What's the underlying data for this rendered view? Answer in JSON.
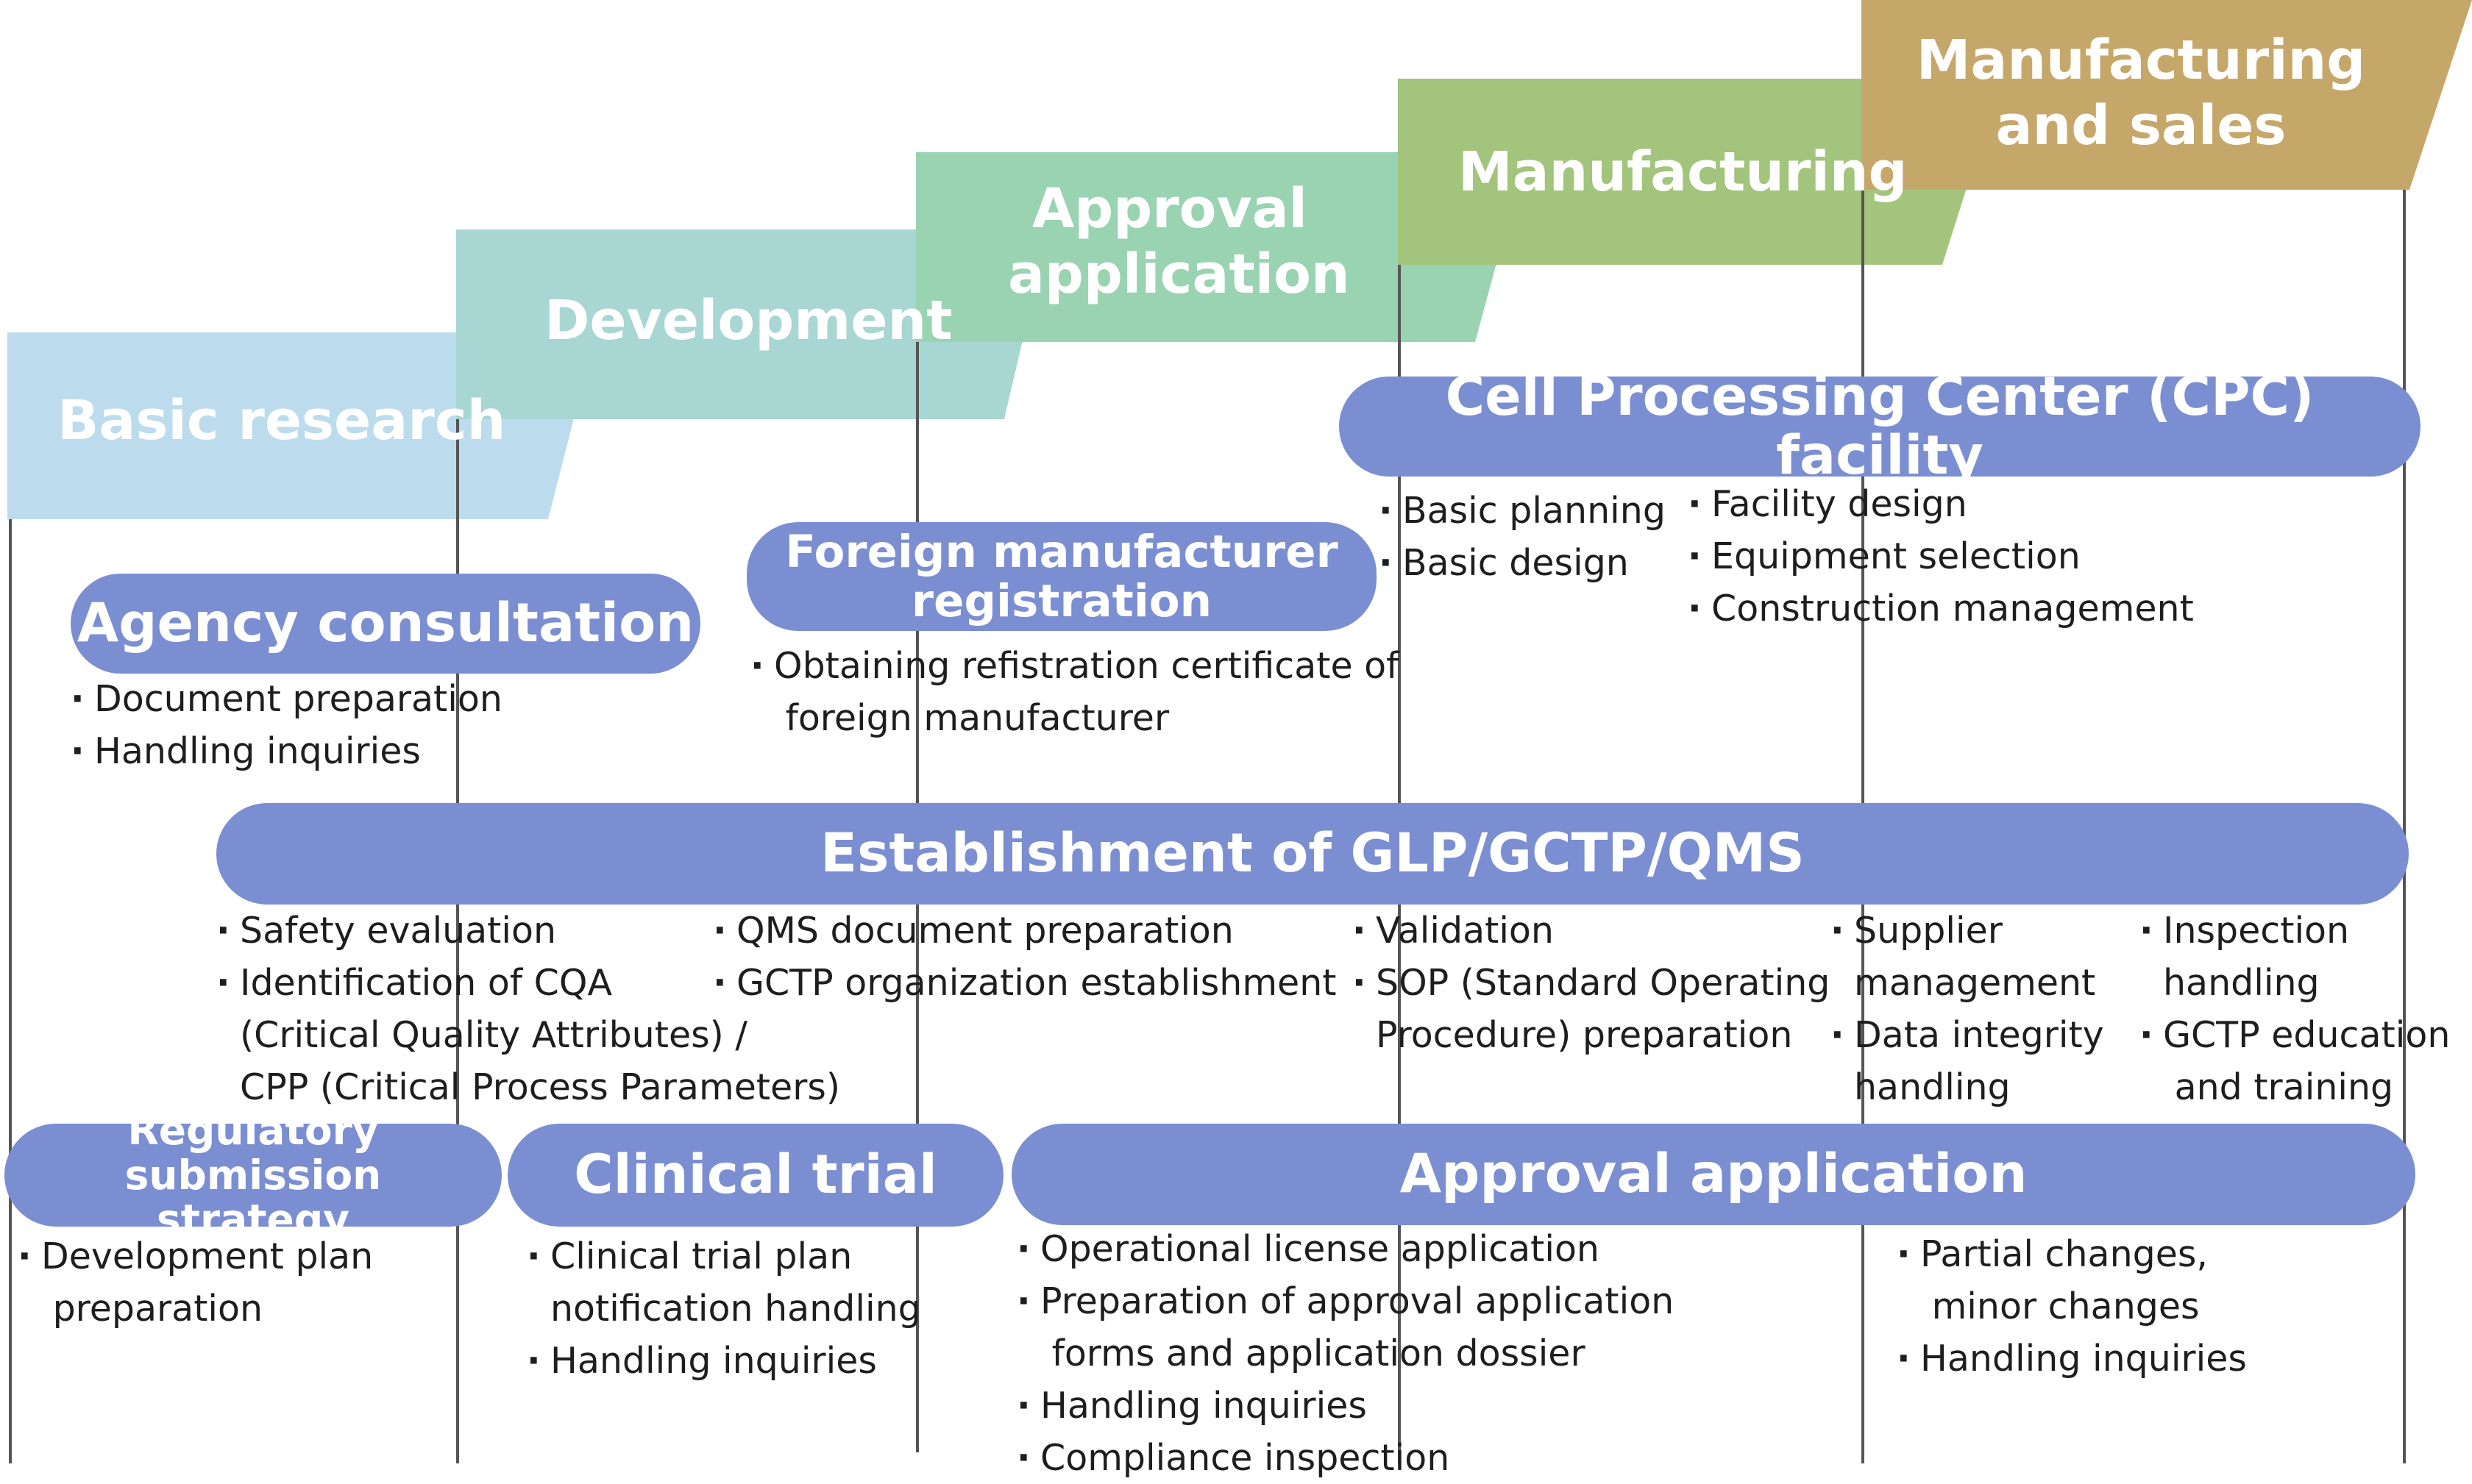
{
  "colors": {
    "basic_research": "#bcdcee",
    "development": "#a8d6d2",
    "approval_stage": "#9ad3b2",
    "manufacturing": "#a3c47c",
    "manufacturing_sales": "#c6a76a",
    "pill": "#7b8ed2",
    "divider": "#555555"
  },
  "stages": {
    "basic_research": "Basic research",
    "development": "Development",
    "approval_line1": "Approval",
    "approval_line2": "application",
    "manufacturing": "Manufacturing",
    "sales_line1": "Manufacturing",
    "sales_line2": "and sales"
  },
  "cpc": {
    "title": "Cell Processing Center (CPC) facility",
    "left_items": [
      "Basic planning",
      "Basic design"
    ],
    "right_items": [
      "Facility design",
      "Equipment selection",
      "Construction management"
    ]
  },
  "agency": {
    "title": "Agency consultation",
    "items": [
      "Document preparation",
      "Handling inquiries"
    ]
  },
  "foreign": {
    "title_line1": "Foreign manufacturer",
    "title_line2": "registration",
    "items": [
      "Obtaining refistration certificate of\n foreign manufacturer"
    ]
  },
  "glp": {
    "title": "Establishment of GLP/GCTP/QMS",
    "col1": [
      "Safety evaluation",
      "Identification of CQA\n(Critical Quality Attributes) /\nCPP (Critical Process Parameters)"
    ],
    "col2": [
      "QMS document preparation",
      "GCTP organization establishment"
    ],
    "col3": [
      "Validation",
      "SOP (Standard Operating\nProcedure) preparation"
    ],
    "col4": [
      "Supplier\nmanagement",
      "Data integrity\nhandling"
    ],
    "col5": [
      "Inspection\nhandling",
      "GCTP education\n and training"
    ]
  },
  "regulatory": {
    "title_line1": "Regulatory submission",
    "title_line2": "strategy",
    "items": [
      "Development plan\n preparation"
    ]
  },
  "clinical": {
    "title": "Clinical trial",
    "items": [
      "Clinical trial plan\nnotification handling",
      "Handling inquiries"
    ]
  },
  "approval": {
    "title": "Approval application",
    "items_left": [
      "Operational license application",
      "Preparation of approval application\n forms and application dossier",
      "Handling inquiries",
      "Compliance inspection"
    ],
    "items_right": [
      "Partial changes,\n minor changes",
      "Handling inquiries"
    ]
  }
}
